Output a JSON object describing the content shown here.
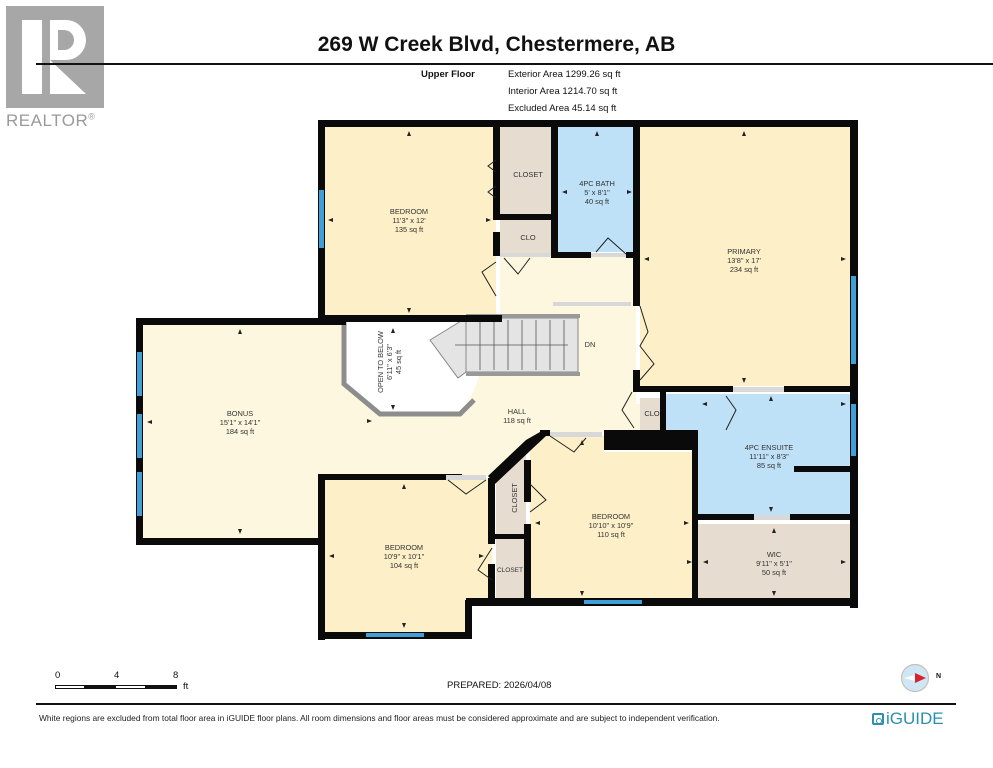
{
  "branding": {
    "realtor_text": "REALTOR",
    "realtor_mark": "®",
    "iguide_text": "iGUIDE"
  },
  "header": {
    "title": "269 W Creek Blvd, Chestermere, AB",
    "floor_name": "Upper Floor",
    "exterior_area": "Exterior Area 1299.26 sq ft",
    "interior_area": "Interior Area 1214.70 sq ft",
    "excluded_area": "Excluded Area 45.14 sq ft"
  },
  "rooms": {
    "bedroom1": {
      "name": "BEDROOM",
      "dims": "11'3\" x 12'",
      "area": "135 sq ft"
    },
    "closet1": {
      "name": "CLOSET"
    },
    "clo1": {
      "name": "CLO"
    },
    "bath": {
      "name": "4PC BATH",
      "dims": "5' x 8'1\"",
      "area": "40 sq ft"
    },
    "primary": {
      "name": "PRIMARY",
      "dims": "13'8\" x 17'",
      "area": "234 sq ft"
    },
    "open_below": {
      "name": "OPEN TO BELOW",
      "dims": "6'11\" x 6'3\"",
      "area": "45 sq ft"
    },
    "stairs": {
      "label": "DN"
    },
    "hall": {
      "name": "HALL",
      "area": "118 sq ft"
    },
    "bonus": {
      "name": "BONUS",
      "dims": "15'1\" x 14'1\"",
      "area": "184 sq ft"
    },
    "clo2": {
      "name": "CLO"
    },
    "ensuite": {
      "name": "4PC ENSUITE",
      "dims": "11'11\" x 8'3\"",
      "area": "85 sq ft"
    },
    "bedroom2": {
      "name": "BEDROOM",
      "dims": "10'9\" x 10'1\"",
      "area": "104 sq ft"
    },
    "closet2": {
      "name": "CLOSET"
    },
    "closet3": {
      "name": "CLOSET"
    },
    "bedroom3": {
      "name": "BEDROOM",
      "dims": "10'10\" x 10'9\"",
      "area": "110 sq ft"
    },
    "wic": {
      "name": "WIC",
      "dims": "9'11\" x 5'1\"",
      "area": "50 sq ft"
    }
  },
  "colors": {
    "bedroom_fill": "#fdf0c8",
    "hall_fill": "#fdf7df",
    "bath_fill": "#bfe1f7",
    "closet_fill": "#e6ddd0",
    "wall": "#0a0a0a",
    "window": "#3f9fd6",
    "door_gap": "#d8d8d8",
    "stair": "#e4e4e4",
    "brand_blue": "#2a8fb0"
  },
  "scale": {
    "ticks": [
      "0",
      "4",
      "8"
    ],
    "unit": "ft"
  },
  "compass": {
    "north_label": "N"
  },
  "footer": {
    "prepared": "PREPARED: 2026/04/08",
    "disclaimer": "White regions are excluded from total floor area in iGUIDE floor plans. All room dimensions and floor areas must be considered approximate and are subject to independent verification."
  }
}
